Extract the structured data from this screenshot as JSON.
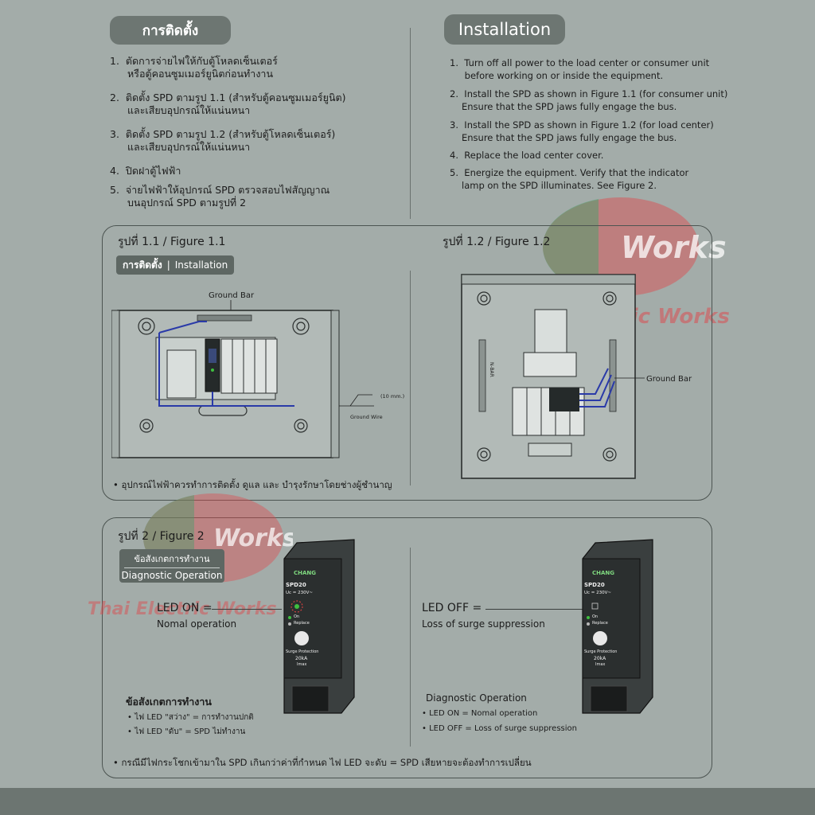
{
  "header": {
    "thai_title": "การติดตั้ง",
    "en_title": "Installation"
  },
  "thai_steps": [
    {
      "num": "1.",
      "line1": "ตัดการจ่ายไฟให้กับตู้โหลดเซ็นเตอร์",
      "line2": "หรือตู้คอนซูมเมอร์ยูนิตก่อนทำงาน"
    },
    {
      "num": "2.",
      "line1": "ติดตั้ง SPD ตามรูป 1.1 (สำหรับตู้คอนซูมเมอร์ยูนิต)",
      "line2": "และเสียบอุปกรณ์ให้แน่นหนา"
    },
    {
      "num": "3.",
      "line1": "ติดตั้ง SPD ตามรูป 1.2 (สำหรับตู้โหลดเซ็นเตอร์)",
      "line2": "และเสียบอุปกรณ์ให้แน่นหนา"
    },
    {
      "num": "4.",
      "line1": "ปิดฝาตู้ไฟฟ้า",
      "line2": ""
    },
    {
      "num": "5.",
      "line1": "จ่ายไฟฟ้าให้อุปกรณ์ SPD ตรวจสอบไฟสัญญาณ",
      "line2": "บนอุปกรณ์ SPD ตามรูปที่ 2"
    }
  ],
  "en_steps": [
    {
      "num": "1.",
      "line1": "Turn off all power to the load center or consumer unit",
      "line2": " before working on or inside the equipment."
    },
    {
      "num": "2.",
      "line1": "Install the SPD as shown in Figure 1.1 (for consumer unit)",
      "line2": "Ensure that the SPD jaws fully engage the bus."
    },
    {
      "num": "3.",
      "line1": "Install the SPD as shown in Figure 1.2 (for load center)",
      "line2": "Ensure that the SPD jaws fully engage the bus."
    },
    {
      "num": "4.",
      "line1": "Replace the load center cover.",
      "line2": ""
    },
    {
      "num": "5.",
      "line1": "Energize the equipment. Verify that the indicator",
      "line2": "lamp on the SPD illuminates. See Figure 2."
    }
  ],
  "figure1": {
    "fig11_title": "รูปที่ 1.1 / Figure 1.1",
    "fig12_title": "รูปที่ 1.2 / Figure 1.2",
    "badge_thai": "การติดตั้ง",
    "badge_sep": "|",
    "badge_en": "Installation",
    "ground_bar_label": "Ground Bar",
    "ground_wire_label": "Ground Wire",
    "wire_len_label": "(10 mm.)",
    "ground_bar_label_2": "Ground Bar",
    "neutral_label": "N-BAR",
    "footnote": "• อุปกรณ์ไฟฟ้าควรทำการติดตั้ง ดูแล และ บำรุงรักษาโดยช่างผู้ชำนาญ"
  },
  "figure2": {
    "title": "รูปที่ 2 / Figure 2",
    "badge_thai": "ข้อสังเกตการทำงาน",
    "badge_en": "Diagnostic Operation",
    "led_on_title": "LED ON =",
    "led_on_desc": "Nomal operation",
    "led_off_title": "LED OFF =",
    "led_off_desc": "Loss of surge suppression",
    "thai_diag_title": "ข้อสังเกตการทำงาน",
    "thai_diag_1": "• ไฟ LED  \"สว่าง\" = การทำงานปกติ",
    "thai_diag_2": "• ไฟ LED  \"ดับ\" = SPD ไม่ทำงาน",
    "en_diag_title": "Diagnostic Operation",
    "en_diag_1": "• LED ON = Nomal operation",
    "en_diag_2": "• LED OFF = Loss of surge suppression",
    "footnote": "• กรณีมีไฟกระโชกเข้ามาใน SPD เกินกว่าค่าที่กำหนด ไฟ LED จะดับ = SPD เสียหายจะต้องทำการเปลี่ยน"
  },
  "device": {
    "brand": "CHANG",
    "model": "SPD20",
    "voltage": "Uc = 230V~",
    "on_label": "On",
    "replace_label": "Replace",
    "spec1": "Surge Protection",
    "spec2": "20kA",
    "spec3": "Imax"
  },
  "watermark": {
    "logo_text": "Works",
    "tagline": "Thai Electric Works"
  },
  "colors": {
    "background": "#a3aca9",
    "pill": "#6d7672",
    "wire_blue": "#2a3aa8",
    "led_green": "#3fbf3f",
    "watermark_red": "#e0464a",
    "watermark_green": "#3aa36a"
  }
}
